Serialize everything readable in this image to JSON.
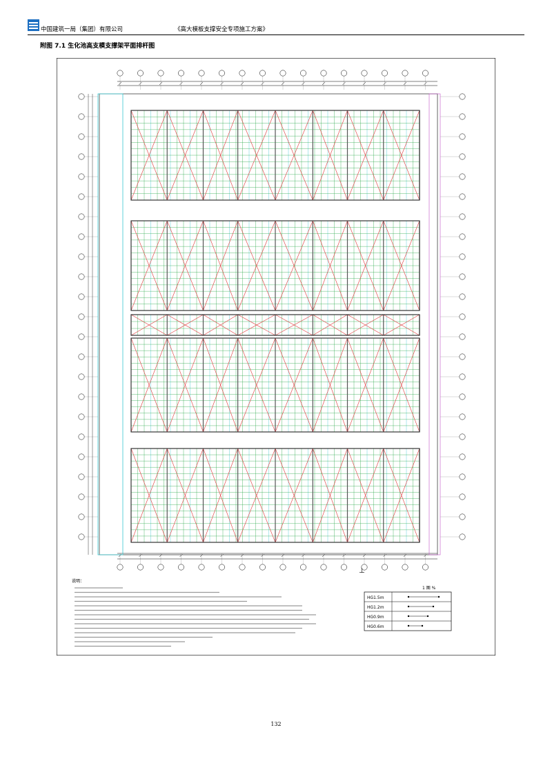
{
  "header": {
    "company": "中国建筑一局（集团）有限公司",
    "document_title": "《高大模板支撑安全专项施工方案》"
  },
  "figure_title": "附图 7.1 生化池高支模支撑架平面排杆图",
  "drawing": {
    "legend_title": "1 图 %",
    "legend_items": [
      "HG1.5m",
      "HG1.2m",
      "HG0.9m",
      "HG0.6m"
    ],
    "notes_heading": "说明："
  },
  "page_number": "132",
  "colors": {
    "logo_blue": "#1d6fc2",
    "grid_green": "#2aa84a",
    "brace_red": "#e0383a",
    "aux_cyan": "#37c6cf",
    "aux_magenta": "#c050c8"
  }
}
